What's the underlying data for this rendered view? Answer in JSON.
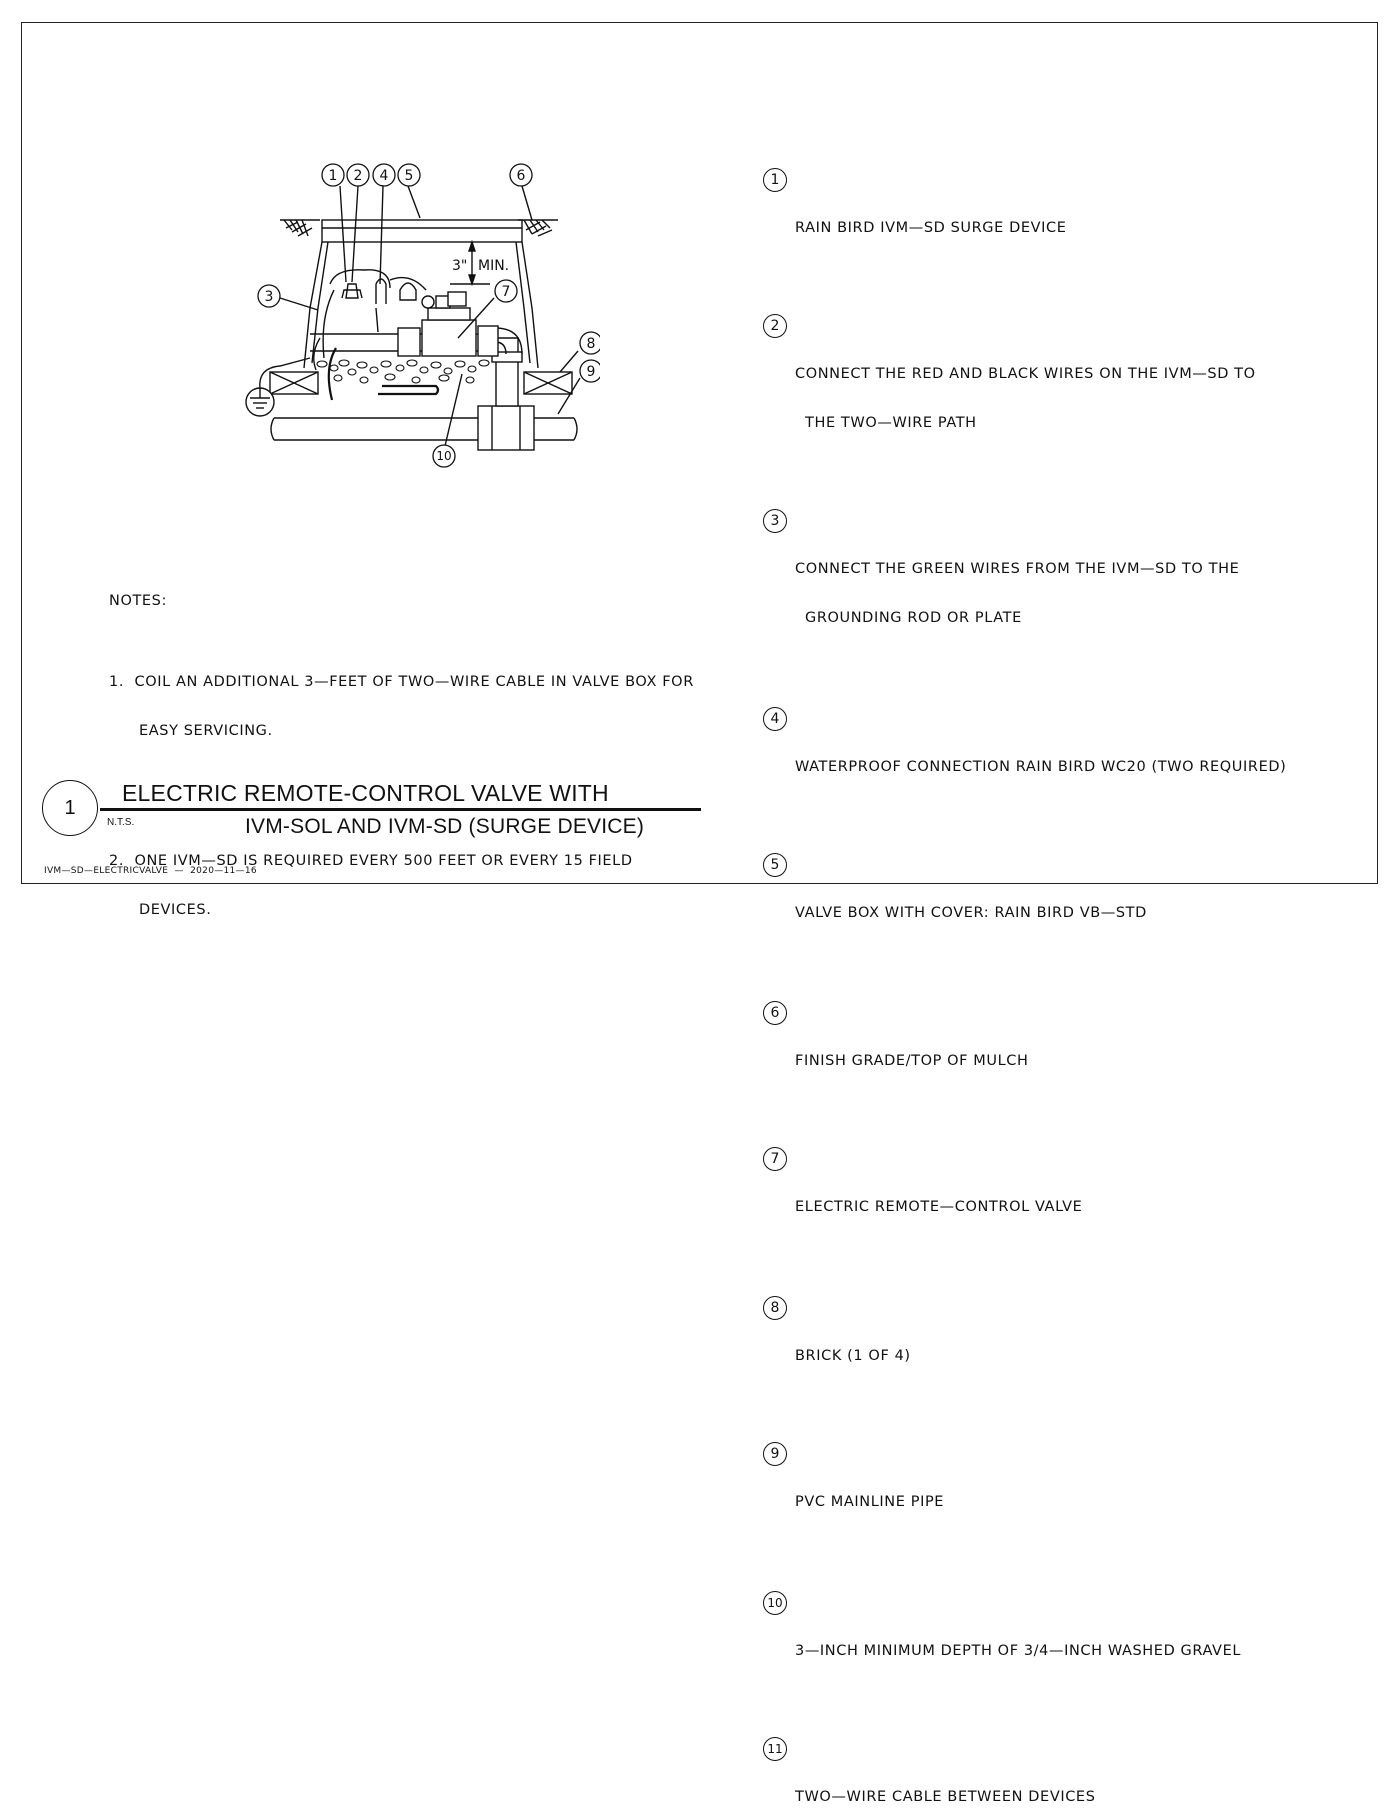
{
  "callouts": [
    "1",
    "2",
    "4",
    "5",
    "6",
    "3",
    "7",
    "8",
    "9",
    "10"
  ],
  "dimension": {
    "value": "3\"",
    "label": "MIN."
  },
  "legend": [
    {
      "num": "1",
      "lines": [
        "RAIN BIRD IVM—SD SURGE DEVICE"
      ]
    },
    {
      "num": "2",
      "lines": [
        "CONNECT THE RED AND BLACK WIRES ON THE IVM—SD TO",
        "THE TWO—WIRE PATH"
      ]
    },
    {
      "num": "3",
      "lines": [
        "CONNECT THE GREEN WIRES FROM THE IVM—SD TO THE",
        "GROUNDING ROD OR PLATE"
      ]
    },
    {
      "num": "4",
      "lines": [
        "WATERPROOF CONNECTION RAIN BIRD WC20 (TWO REQUIRED)"
      ]
    },
    {
      "num": "5",
      "lines": [
        "VALVE BOX WITH COVER: RAIN BIRD VB—STD"
      ]
    },
    {
      "num": "6",
      "lines": [
        "FINISH GRADE/TOP OF MULCH"
      ]
    },
    {
      "num": "7",
      "lines": [
        "ELECTRIC REMOTE—CONTROL VALVE"
      ]
    },
    {
      "num": "8",
      "lines": [
        "BRICK (1 OF 4)"
      ]
    },
    {
      "num": "9",
      "lines": [
        "PVC MAINLINE PIPE"
      ]
    },
    {
      "num": "10",
      "lines": [
        "3—INCH MINIMUM DEPTH OF 3/4—INCH WASHED GRAVEL"
      ]
    },
    {
      "num": "11",
      "lines": [
        "TWO—WIRE CABLE BETWEEN DEVICES"
      ]
    }
  ],
  "notes": {
    "title": "NOTES:",
    "items": [
      {
        "num": "1.",
        "lines": [
          "COIL AN ADDITIONAL 3—FEET OF TWO—WIRE CABLE IN VALVE BOX FOR",
          "EASY SERVICING."
        ]
      },
      {
        "num": "2.",
        "lines": [
          "ONE IVM—SD IS REQUIRED EVERY 500 FEET OR EVERY 15 FIELD",
          "DEVICES."
        ]
      }
    ]
  },
  "title_block": {
    "detail_number": "1",
    "line1": "ELECTRIC REMOTE-CONTROL VALVE WITH",
    "scale": "N.T.S.",
    "line2": "IVM-SOL AND IVM-SD (SURGE DEVICE)"
  },
  "drawing_id": "IVM—SD—ELECTRICVALVE  —  2020—11—16"
}
